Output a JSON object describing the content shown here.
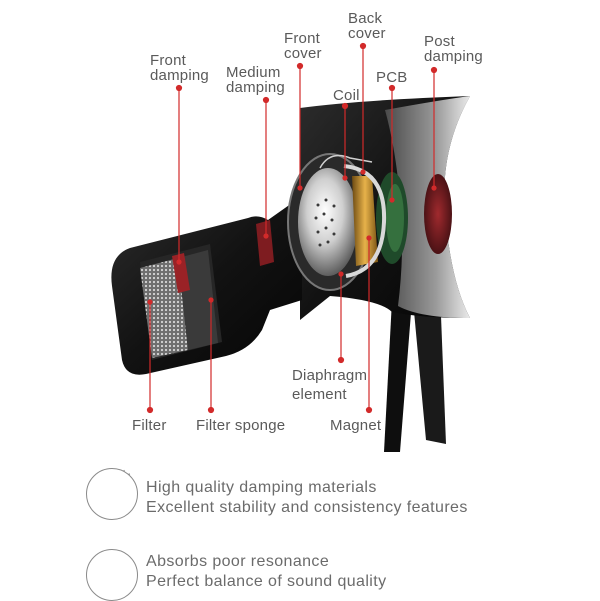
{
  "labels": {
    "front_damping": [
      "Front",
      "damping"
    ],
    "medium_damping": [
      "Medium",
      "damping"
    ],
    "front_cover": [
      "Front",
      "cover"
    ],
    "back_cover": [
      "Back",
      "cover"
    ],
    "coil": "Coil",
    "pcb": "PCB",
    "post_damping": [
      "Post",
      "damping"
    ],
    "diaphragm": [
      "Diaphragm",
      "element"
    ],
    "filter": "Filter",
    "filter_sponge": "Filter sponge",
    "magnet": "Magnet"
  },
  "features": [
    {
      "icon": "mesh-grid-icon",
      "lines": [
        "High quality damping materials",
        "Excellent stability and consistency features"
      ]
    },
    {
      "icon": "vibration-phone-icon",
      "lines": [
        "Absorbs poor resonance",
        "Perfect balance of sound quality"
      ]
    }
  ],
  "colors": {
    "leader": "#d22a2a",
    "label": "#5a5a5a",
    "shell": "#1c1c1c",
    "damping": "#8e1f24"
  }
}
